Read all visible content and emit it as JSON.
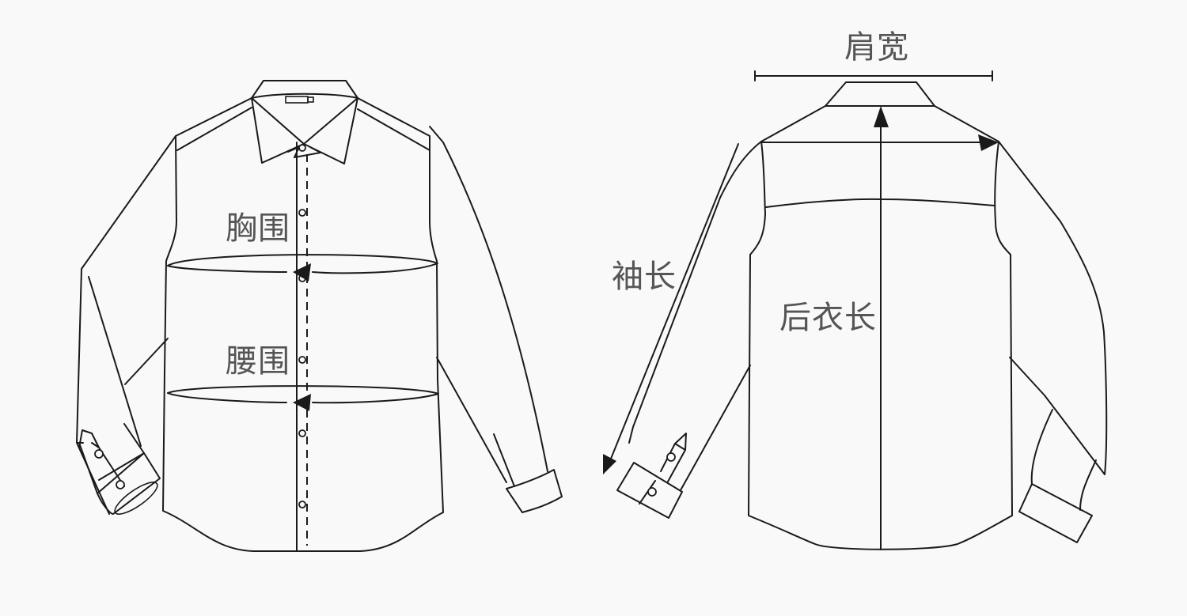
{
  "diagram": {
    "type": "shirt-measurement-guide",
    "colors": {
      "background": "#f9f9f9",
      "line": "#1a1a1a",
      "label_text": "#555555"
    },
    "front_view": {
      "labels": {
        "chest": "胸围",
        "waist": "腰围"
      },
      "button_count": 6
    },
    "back_view": {
      "labels": {
        "shoulder_width": "肩宽",
        "sleeve_length": "袖长",
        "back_length": "后衣长"
      }
    }
  }
}
